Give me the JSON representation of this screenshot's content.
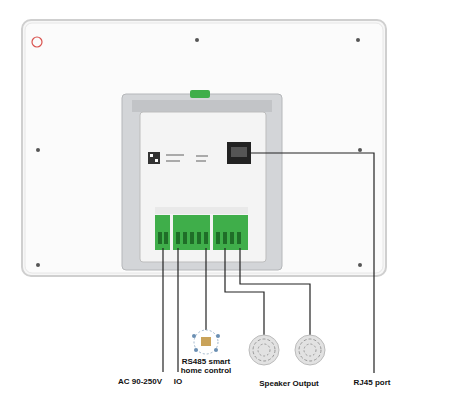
{
  "diagram": {
    "labels": [
      "AC 90-250V",
      "IO",
      "RS485 smart home control",
      "Speaker Output",
      "RJ45 port"
    ]
  }
}
